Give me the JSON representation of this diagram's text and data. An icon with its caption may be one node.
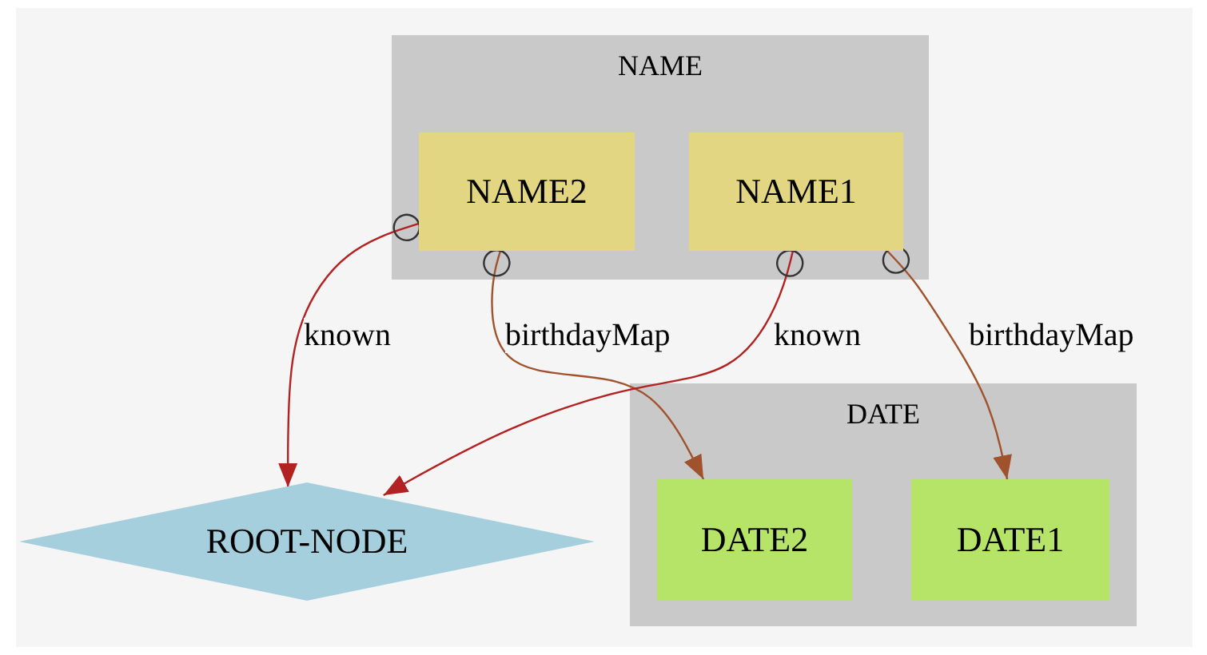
{
  "diagram": {
    "nodes": [
      {
        "text": [
          "NAME"
        ]
      },
      {
        "text": [
          "NAME2"
        ],
        "in": 0
      },
      {
        "text": [
          "NAME1"
        ],
        "in": 0
      },
      {
        "text": [
          "DATE"
        ]
      },
      {
        "text": [
          "DATE2"
        ],
        "in": 3
      },
      {
        "text": [
          "DATE1"
        ],
        "in": 3
      },
      {
        "text": [
          "ROOT-NODE"
        ]
      }
    ],
    "edges": [
      {
        "from": 1,
        "to": 6,
        "arrow": "to",
        "label": "known",
        "color": "#b22222"
      },
      {
        "from": 1,
        "to": 4,
        "arrow": "to",
        "label": "birthdayMap",
        "color": "#a0522d"
      },
      {
        "from": 2,
        "to": 6,
        "arrow": "to",
        "label": "known",
        "color": "#b22222"
      },
      {
        "from": 2,
        "to": 5,
        "arrow": "to",
        "label": "birthdayMap",
        "color": "#a0522d"
      }
    ]
  }
}
